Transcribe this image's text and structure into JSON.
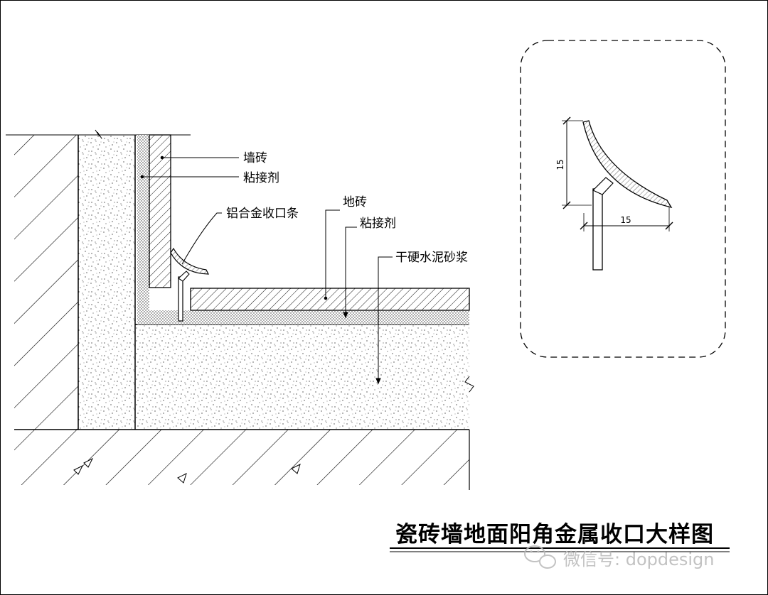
{
  "drawing": {
    "title": "瓷砖墙地面阳角金属收口大样图",
    "watermark": "微信号: dopdesign",
    "labels": {
      "wall_tile": "墙砖",
      "wall_adhesive": "粘接剂",
      "aluminum_trim": "铝合金收口条",
      "floor_tile": "地砖",
      "floor_adhesive": "粘接剂",
      "mortar": "干硬水泥砂浆"
    },
    "detail": {
      "height_dim": "15",
      "width_dim": "15"
    }
  }
}
